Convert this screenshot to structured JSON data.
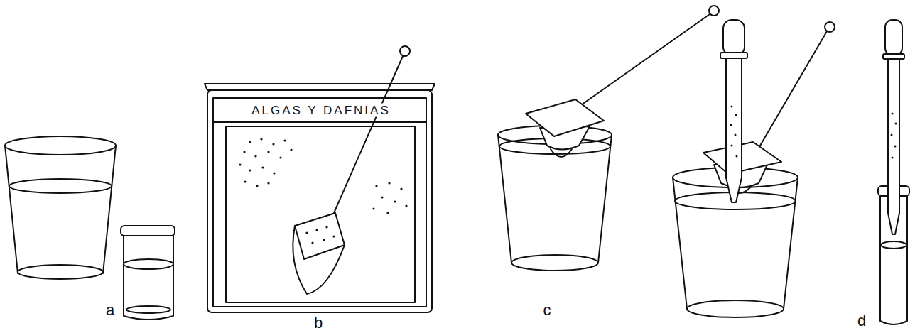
{
  "diagram": {
    "labels": [
      "ALGAS Y DAFNIAS",
      "a",
      "b",
      "c",
      "d"
    ]
  }
}
